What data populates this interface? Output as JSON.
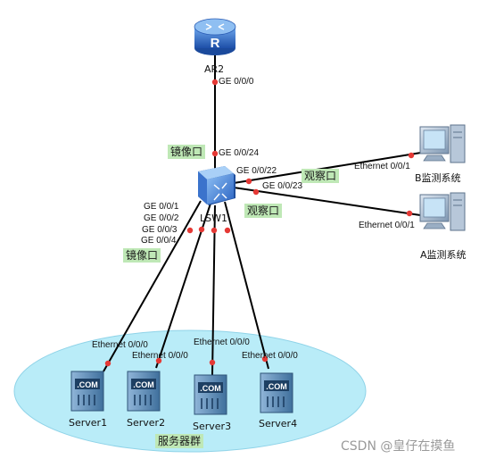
{
  "router": {
    "name": "AR2",
    "port": "GE 0/0/0"
  },
  "switch": {
    "name": "LSW1",
    "uplink_port": "GE 0/0/24",
    "port_b": "GE 0/0/22",
    "port_a": "GE 0/0/23",
    "down_ports": [
      "GE 0/0/1",
      "GE 0/0/2",
      "GE 0/0/3",
      "GE 0/0/4"
    ]
  },
  "tags": {
    "mirror_top": "镜像口",
    "mirror_bottom": "镜像口",
    "observe_b": "观察口",
    "observe_a": "观察口",
    "server_group": "服务器群"
  },
  "monitors": [
    {
      "name": "B监测系统",
      "port": "Ethernet 0/0/1"
    },
    {
      "name": "A监测系统",
      "port": "Ethernet 0/0/1"
    }
  ],
  "servers": [
    {
      "name": "Server1",
      "port": "Ethernet 0/0/0",
      "badge": ".COM"
    },
    {
      "name": "Server2",
      "port": "Ethernet 0/0/0",
      "badge": ".COM"
    },
    {
      "name": "Server3",
      "port": "Ethernet 0/0/0",
      "badge": ".COM"
    },
    {
      "name": "Server4",
      "port": "Ethernet 0/0/0",
      "badge": ".COM"
    }
  ],
  "watermark": "CSDN @皇仔在摸鱼",
  "colors": {
    "cloud_fill": "#b9ecf8",
    "cloud_stroke": "#8fd3e8",
    "link": "#000000",
    "port_dot": "#e53935",
    "device_blue": "#2d6fd1",
    "tag_bg": "#bfe8b6"
  }
}
